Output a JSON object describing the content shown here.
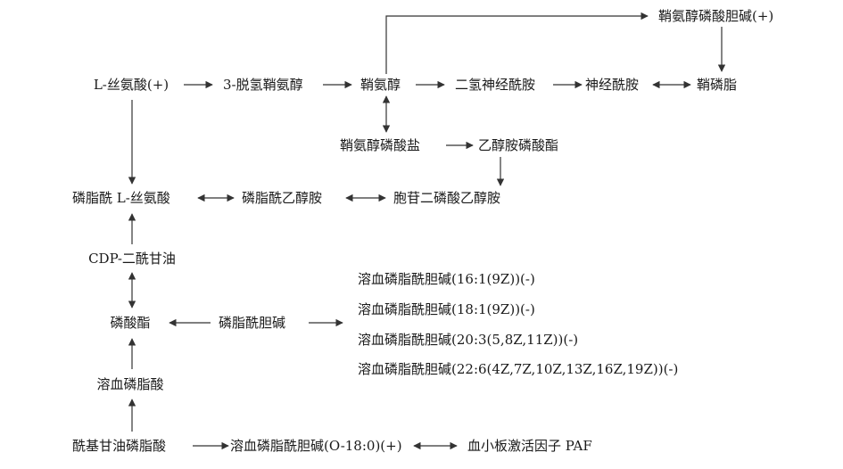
{
  "colors": {
    "text": "#1a1a1a",
    "arrow": "#333333",
    "background": "#ffffff"
  },
  "nodes": {
    "l_serine": "L-丝氨酸(+)",
    "dehydrosphinganine": "3-脱氢鞘氨醇",
    "sphinganine": "鞘氨醇",
    "dihydroceramide": "二氢神经酰胺",
    "ceramide": "神经酰胺",
    "sphingomyelin": "鞘磷脂",
    "sphingosylphosphorylcholine": "鞘氨醇磷酸胆碱(+)",
    "sphinganine_phosphate": "鞘氨醇磷酸盐",
    "ethanolamine_phosphate": "乙醇胺磷酸酯",
    "phosphatidylserine": "磷脂酰 L-丝氨酸",
    "phosphatidylethanolamine": "磷脂酰乙醇胺",
    "cdp_ethanolamine": "胞苷二磷酸乙醇胺",
    "cdp_diacylglycerol": "CDP-二酰甘油",
    "phosphate_ester": "磷酸酯",
    "phosphatidylcholine": "磷脂酰胆碱",
    "lysopc_16_1": "溶血磷脂酰胆碱(16:1(9Z))(-)",
    "lysopc_18_1": "溶血磷脂酰胆碱(18:1(9Z))(-)",
    "lysopc_20_3": "溶血磷脂酰胆碱(20:3(5,8Z,11Z))(-)",
    "lysopc_22_6": "溶血磷脂酰胆碱(22:6(4Z,7Z,10Z,13Z,16Z,19Z))(-)",
    "lysophosphatidic_acid": "溶血磷脂酸",
    "acylglycerophosphate": "酰基甘油磷脂酸",
    "lysopc_o18": "溶血磷脂酰胆碱(O-18:0)(+)",
    "paf": "血小板激活因子 PAF"
  }
}
